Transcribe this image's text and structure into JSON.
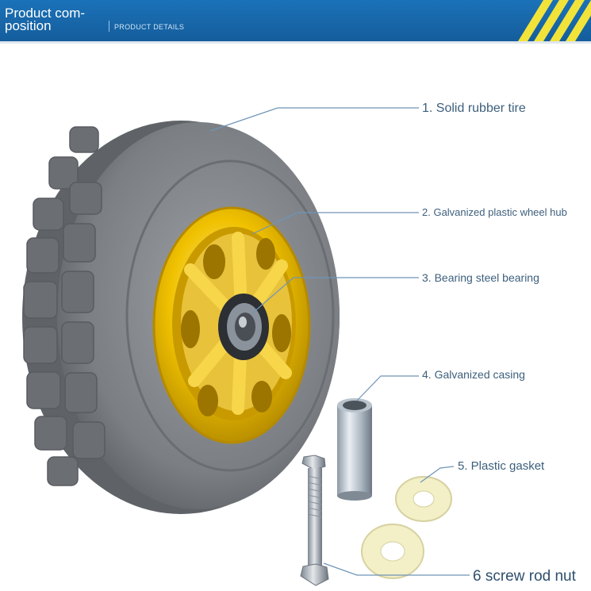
{
  "header": {
    "title": "Product com-\nposition",
    "subtitle": "PRODUCT DETAILS"
  },
  "colors": {
    "banner": "#1b72b8",
    "accent_stripes": "#f2e33a",
    "tire": "#7b7f84",
    "hub": "#f0c100",
    "label_text": "#3d5f7c"
  },
  "parts": [
    {
      "label": "1. Solid rubber tire"
    },
    {
      "label": "2. Galvanized plastic wheel hub"
    },
    {
      "label": "3. Bearing steel bearing"
    },
    {
      "label": "4. Galvanized casing"
    },
    {
      "label": "5. Plastic gasket"
    },
    {
      "label": "6 screw rod nut"
    }
  ]
}
